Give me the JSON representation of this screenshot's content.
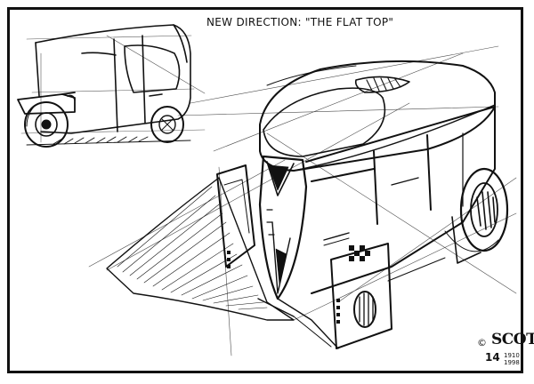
{
  "title": "NEW DIRECTION: \"THE FLAT TOP\"",
  "signature": {
    "copyright": "©",
    "name": "SCOTT",
    "number": "14",
    "year_1": "1910",
    "year_2": "1998"
  },
  "colors": {
    "ink": "#111111",
    "paper": "#ffffff"
  }
}
